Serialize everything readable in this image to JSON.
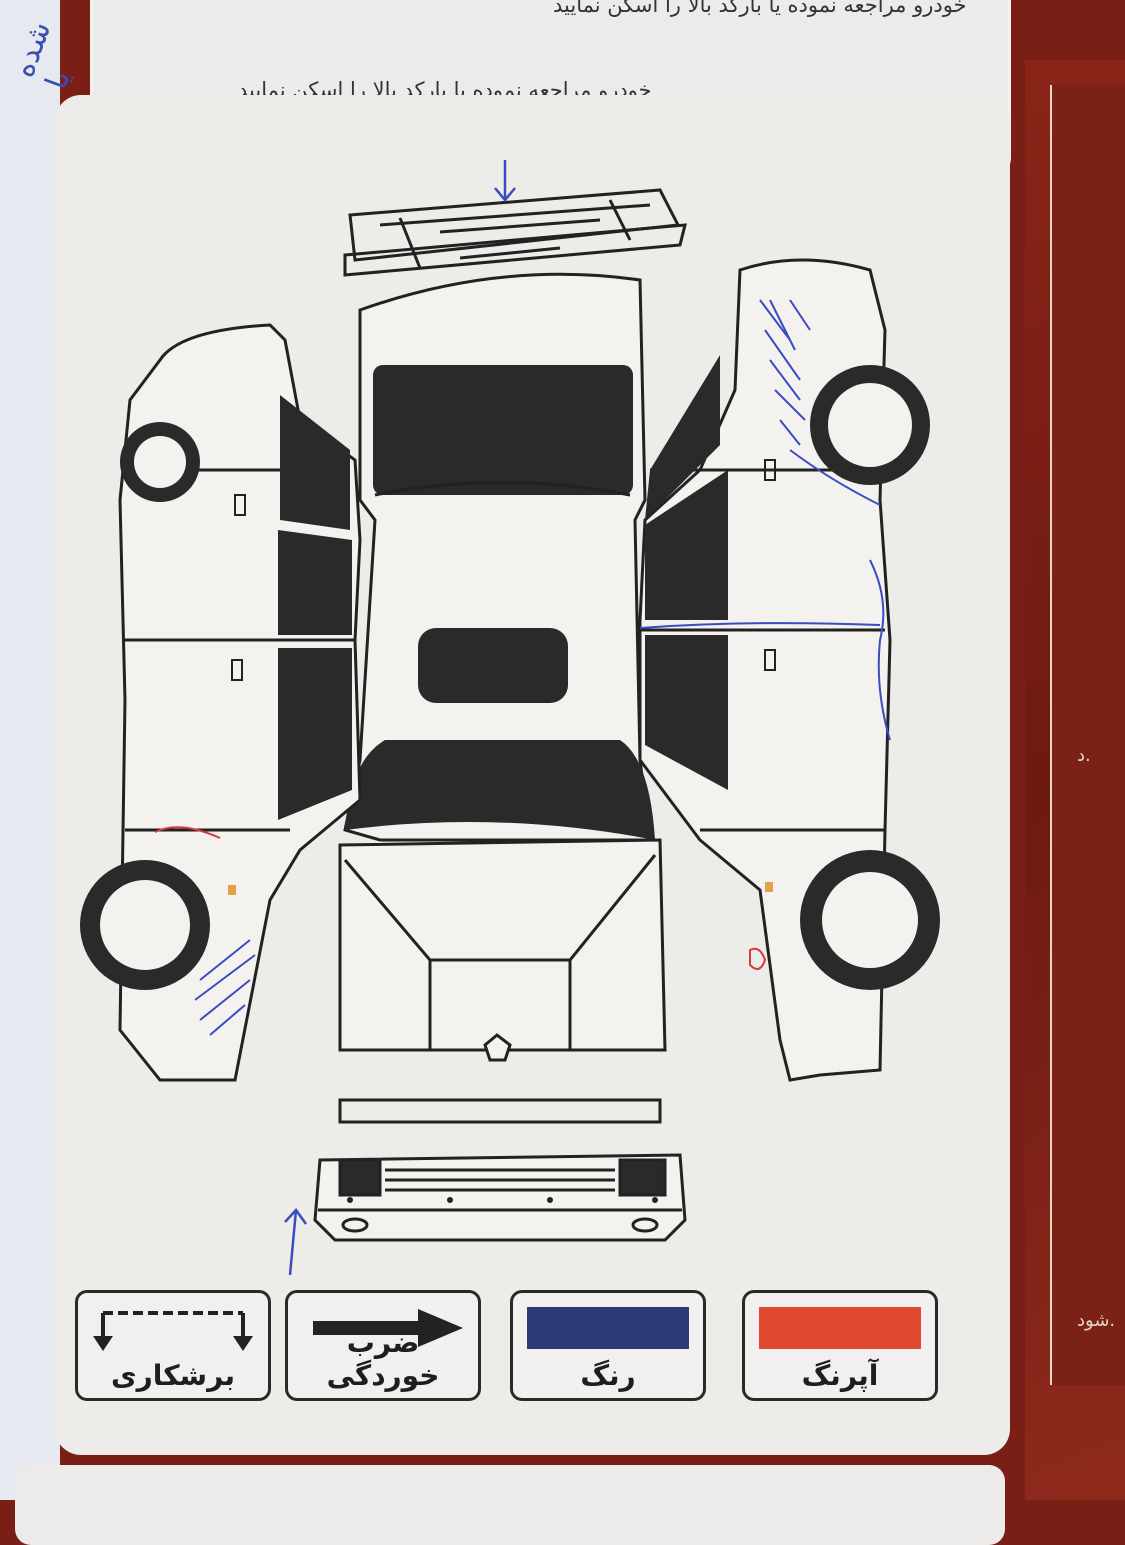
{
  "header": {
    "line1": "خودرو مراجعه نموده یا بارکد بالا را اسکن نمایید",
    "line2": "خودرو مراجعه نموده یا بارکد بالا را اسکن نمایید"
  },
  "left_margin_note": "شده یا",
  "right_margin_texts": [
    "د.",
    "شود."
  ],
  "legend": {
    "items": [
      {
        "label": "برشکاری",
        "icon": "cut-arrows-icon"
      },
      {
        "label": "ضرب خوردگی",
        "icon": "arrow-right-icon"
      },
      {
        "label": "رنگ",
        "color": "#2d3a78"
      },
      {
        "label": "آپرنگ",
        "color": "#e0492e"
      }
    ]
  },
  "colors": {
    "paint": "#2d3a78",
    "repaint": "#e0492e",
    "pen_blue": "#3b4cc0",
    "pen_red": "#d63a3a"
  }
}
